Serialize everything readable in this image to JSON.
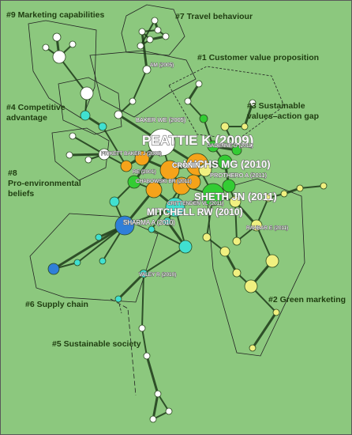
{
  "figure": {
    "background": "#8cc87e",
    "border": "#5a5a5a",
    "clusters": [
      {
        "id": "c9",
        "label": "#9 Marketing capabilities"
      },
      {
        "id": "c7",
        "label": "#7 Travel behaviour"
      },
      {
        "id": "c1",
        "label": "#1 Customer value proposition"
      },
      {
        "id": "c4a",
        "label": "#4 Competitive"
      },
      {
        "id": "c4b",
        "label": "advantage"
      },
      {
        "id": "c3a",
        "label": "#3 Sustainable"
      },
      {
        "id": "c3b",
        "label": "values–action gap"
      },
      {
        "id": "c8a",
        "label": "#8"
      },
      {
        "id": "c8b",
        "label": "Pro-environmental"
      },
      {
        "id": "c8c",
        "label": "beliefs"
      },
      {
        "id": "c6",
        "label": "#6 Supply chain"
      },
      {
        "id": "c2",
        "label": "#2 Green marketing"
      },
      {
        "id": "c5",
        "label": "#5 Sustainable society"
      }
    ],
    "node_labels": [
      {
        "id": "peattie",
        "text": "PEATTIE K (2009)"
      },
      {
        "id": "luchs",
        "text": "LUCHS MG (2010)"
      },
      {
        "id": "sheth",
        "text": "SHETH JN (2011)"
      },
      {
        "id": "mitchell",
        "text": "MITCHELL RW (2010)"
      },
      {
        "id": "baker",
        "text": "BAKER WE (2005)"
      },
      {
        "id": "cronin",
        "text": "CRONIN"
      },
      {
        "id": "prothero",
        "text": "PROTHERO A (2011)"
      },
      {
        "id": "chabowski",
        "text": "CHABOWSKI BR (2011)"
      },
      {
        "id": "crittenden",
        "text": "CRITTENDEN VL (2011)"
      },
      {
        "id": "sharma",
        "text": "SHARMA A (2010)"
      },
      {
        "id": "rahbar",
        "text": "RAHBAR E (2011)"
      },
      {
        "id": "valey",
        "text": "VALEY R (2010)"
      },
      {
        "id": "gadenne",
        "text": "GADENNE D (2011)"
      },
      {
        "id": "pickett",
        "text": "PICKETT BAKER J (2008)"
      },
      {
        "id": "rec",
        "text": "RE (2001)"
      },
      {
        "id": "top",
        "text": "AM (2005)"
      }
    ],
    "colors": {
      "edge": "#1e3a1a",
      "orange": "#f5a31a",
      "yellow": "#f0f080",
      "green": "#33cc33",
      "cyan": "#40e0d0",
      "blue": "#2f7fd8",
      "white": "#ffffff"
    }
  }
}
